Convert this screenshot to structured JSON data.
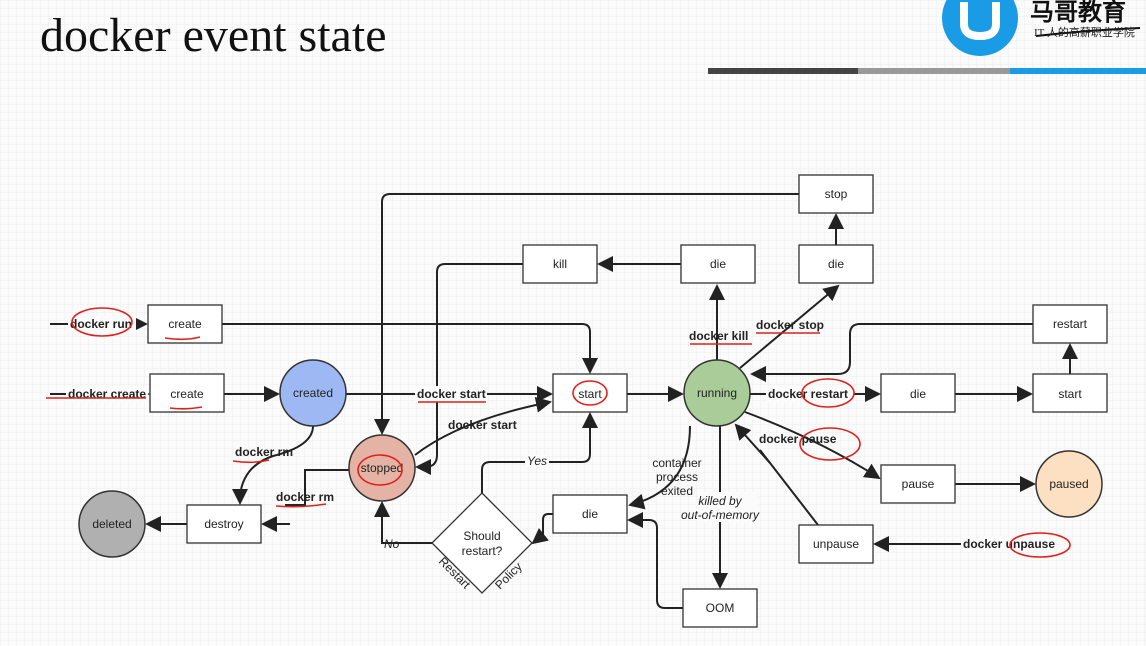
{
  "header": {
    "title": "docker event state",
    "brand": "马哥教育",
    "tagline": "IT 人的高薪职业学院"
  },
  "colors": {
    "created": "#9db8f2",
    "stopped": "#e5b3a5",
    "deleted": "#b0b0b0",
    "running": "#a9cc98",
    "paused": "#fde0c2",
    "annotation": "#e0201a",
    "accent": "#1a9be6"
  },
  "nodes": {
    "create1": "create",
    "create2": "create",
    "created": "created",
    "stopped": "stopped",
    "deleted": "deleted",
    "destroy": "destroy",
    "start": "start",
    "running": "running",
    "kill": "kill",
    "die1": "die",
    "stop": "stop",
    "die2": "die",
    "restart": "restart",
    "die3": "die",
    "start2": "start",
    "pause": "pause",
    "paused": "paused",
    "unpause": "unpause",
    "die4": "die",
    "oom": "OOM",
    "should1": "Should",
    "should2": "restart?"
  },
  "labels": {
    "docker_run": "docker run",
    "docker_create": "docker create",
    "docker_start1": "docker start",
    "docker_start2": "docker start",
    "docker_rm1": "docker rm",
    "docker_rm2": "docker rm",
    "docker_kill": "docker kill",
    "docker_stop": "docker stop",
    "docker_restart": "docker restart",
    "docker_pause": "docker pause",
    "docker_unpause": "docker unpause",
    "cpe1": "container",
    "cpe2": "process",
    "cpe3": "exited",
    "killed1": "killed by",
    "killed2": "out-of-memory",
    "yes": "Yes",
    "no": "No",
    "restart_lbl": "Restart",
    "policy_lbl": "Policy"
  }
}
